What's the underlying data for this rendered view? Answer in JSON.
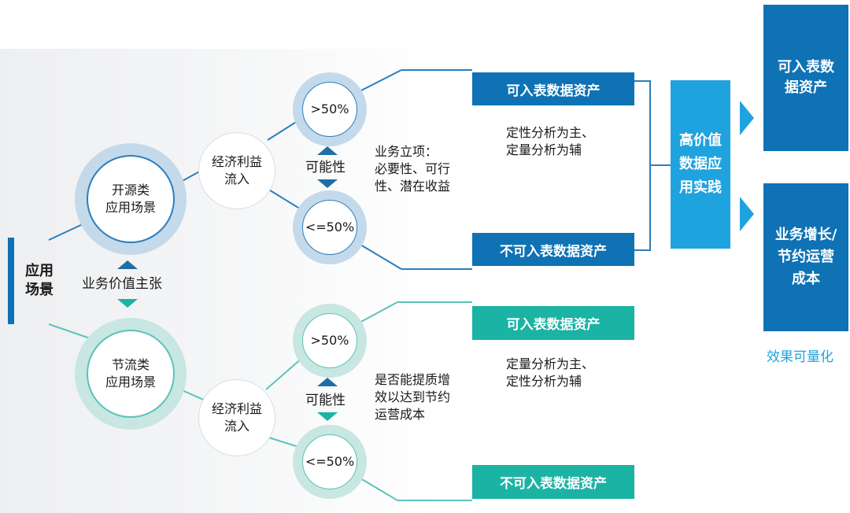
{
  "colors": {
    "blue_dark": "#0e72b5",
    "blue_light": "#1fa3df",
    "teal": "#1bb3a4",
    "ring_blue": "#c4d9ea",
    "ring_teal": "#c8e6e2",
    "line_blue": "#2a7fbf",
    "line_teal": "#5cc3b9"
  },
  "root": {
    "label": "应用\n场景"
  },
  "center_claim": {
    "label": "业务价值主张"
  },
  "top_branch": {
    "scene": "开源类\n应用场景",
    "flow": "经济利益\n流入",
    "high": ">50%",
    "low": "<=50%",
    "possibility": "可能性",
    "criteria": "业务立项：\n必要性、可行\n性、潜在收益",
    "asset_yes": "可入表数据资产",
    "asset_no": "不可入表数据资产",
    "analysis": "定性分析为主、\n定量分析为辅"
  },
  "bottom_branch": {
    "scene": "节流类\n应用场景",
    "flow": "经济利益\n流入",
    "high": ">50%",
    "low": "<=50%",
    "possibility": "可能性",
    "criteria": "是否能提质增\n效以达到节约\n运营成本",
    "asset_yes": "可入表数据资产",
    "asset_no": "不可入表数据资产",
    "analysis": "定量分析为主、\n定性分析为辅"
  },
  "practice": {
    "label": "高价值\n数据应\n用实践"
  },
  "outcomes": {
    "asset": "可入表数\n据资产",
    "growth": "业务增长/\n节约运营\n成本",
    "caption": "效果可量化"
  }
}
